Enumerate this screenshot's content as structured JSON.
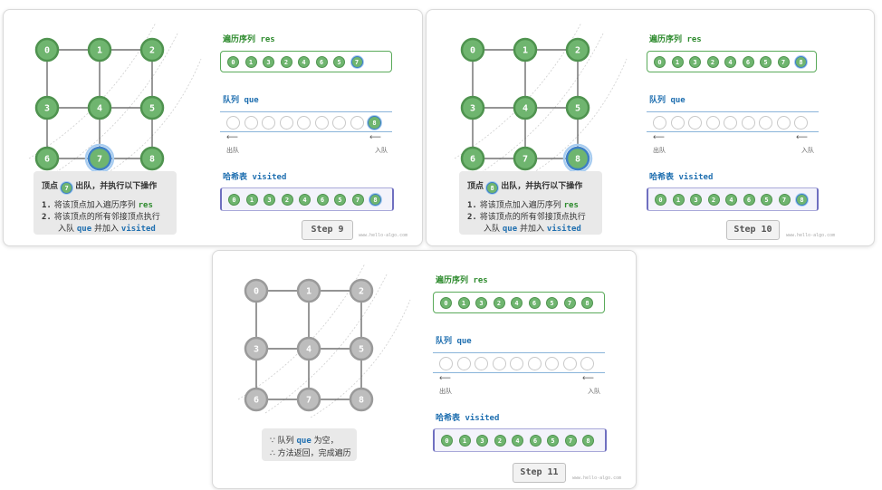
{
  "vertices": [
    "0",
    "1",
    "2",
    "3",
    "4",
    "5",
    "6",
    "7",
    "8"
  ],
  "edges": [
    [
      0,
      1
    ],
    [
      1,
      2
    ],
    [
      0,
      3
    ],
    [
      1,
      4
    ],
    [
      2,
      5
    ],
    [
      3,
      4
    ],
    [
      4,
      5
    ],
    [
      3,
      6
    ],
    [
      4,
      7
    ],
    [
      5,
      8
    ],
    [
      6,
      7
    ],
    [
      7,
      8
    ]
  ],
  "panels": [
    {
      "id": "step-9",
      "step_label": "Step 9",
      "visited_nodes": [
        0,
        1,
        2,
        3,
        4,
        5,
        6,
        7,
        8
      ],
      "current_node": 7,
      "res_title_cn": "遍历序列",
      "res_title_code": "res",
      "res": [
        "0",
        "1",
        "3",
        "2",
        "4",
        "6",
        "5",
        "7"
      ],
      "res_highlight_last": true,
      "queue_title_cn": "队列",
      "queue_title_code": "que",
      "queue": [
        "8"
      ],
      "queue_slots": 9,
      "dequeue_label": "出队",
      "enqueue_label": "入队",
      "visited_title_cn": "哈希表",
      "visited_title_code": "visited",
      "visited": [
        "0",
        "1",
        "3",
        "2",
        "4",
        "6",
        "5",
        "7",
        "8"
      ],
      "visited_highlight_last": true,
      "info": {
        "vertex_prefix": "顶点",
        "vertex": "7",
        "suffix": "出队，并执行以下操作",
        "line1_num": "1.",
        "line1": "将该顶点加入遍历序列",
        "line1_code": "res",
        "line2_num": "2.",
        "line2": "将该顶点的所有邻接顶点执行",
        "line3_pre": "入队",
        "line3_code": "que",
        "line3_mid": "并加入",
        "line3_code2": "visited"
      },
      "url": "www.hello-algo.com"
    },
    {
      "id": "step-10",
      "step_label": "Step 10",
      "visited_nodes": [
        0,
        1,
        2,
        3,
        4,
        5,
        6,
        7,
        8
      ],
      "current_node": 8,
      "res_title_cn": "遍历序列",
      "res_title_code": "res",
      "res": [
        "0",
        "1",
        "3",
        "2",
        "4",
        "6",
        "5",
        "7",
        "8"
      ],
      "res_highlight_last": true,
      "queue_title_cn": "队列",
      "queue_title_code": "que",
      "queue": [],
      "queue_slots": 9,
      "dequeue_label": "出队",
      "enqueue_label": "入队",
      "visited_title_cn": "哈希表",
      "visited_title_code": "visited",
      "visited": [
        "0",
        "1",
        "3",
        "2",
        "4",
        "6",
        "5",
        "7",
        "8"
      ],
      "visited_highlight_last": true,
      "info": {
        "vertex_prefix": "顶点",
        "vertex": "8",
        "suffix": "出队，并执行以下操作",
        "line1_num": "1.",
        "line1": "将该顶点加入遍历序列",
        "line1_code": "res",
        "line2_num": "2.",
        "line2": "将该顶点的所有邻接顶点执行",
        "line3_pre": "入队",
        "line3_code": "que",
        "line3_mid": "并加入",
        "line3_code2": "visited"
      },
      "url": "www.hello-algo.com"
    },
    {
      "id": "step-11",
      "step_label": "Step 11",
      "visited_nodes": [],
      "current_node": null,
      "res_title_cn": "遍历序列",
      "res_title_code": "res",
      "res": [
        "0",
        "1",
        "3",
        "2",
        "4",
        "6",
        "5",
        "7",
        "8"
      ],
      "res_highlight_last": false,
      "queue_title_cn": "队列",
      "queue_title_code": "que",
      "queue": [],
      "queue_slots": 9,
      "dequeue_label": "出队",
      "enqueue_label": "入队",
      "visited_title_cn": "哈希表",
      "visited_title_code": "visited",
      "visited": [
        "0",
        "1",
        "3",
        "2",
        "4",
        "6",
        "5",
        "7",
        "8"
      ],
      "visited_highlight_last": false,
      "final": {
        "line1_sym": "∵",
        "line1_pre": "队列",
        "line1_code": "que",
        "line1_post": "为空，",
        "line2_sym": "∴",
        "line2": "方法返回，完成遍历"
      },
      "url": "www.hello-algo.com"
    }
  ],
  "colors": {
    "visited_fill": "#6fb56f",
    "visited_stroke": "#4f934f",
    "unvisited_fill": "#bdbdbd",
    "unvisited_stroke": "#9a9a9a",
    "current_stroke": "#3d7fc5",
    "edge": "#555555",
    "res_border": "#5aaa5a",
    "green_text": "#2e8b2e",
    "blue_text": "#1f6fb0"
  }
}
